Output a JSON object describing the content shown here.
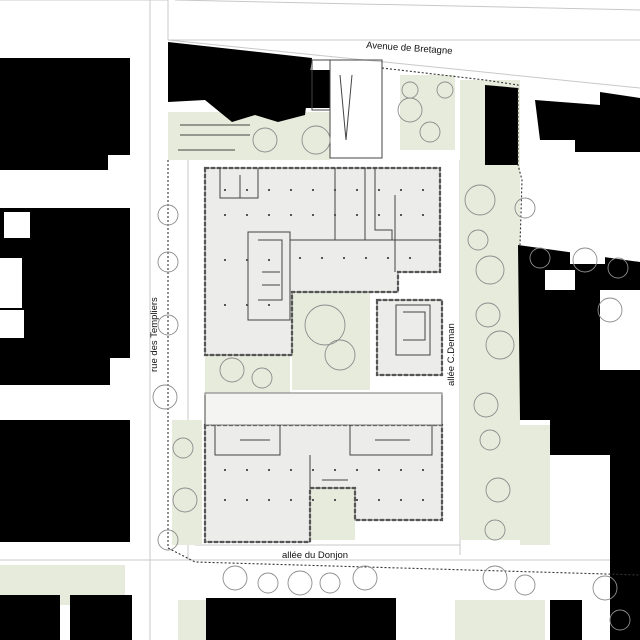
{
  "streets": {
    "avenue_bretagne": "Avenue de Bretagne",
    "rue_templiers": "rue des Templiers",
    "allee_deman": "allée C.Deman",
    "allee_donjon": "allée du Donjon"
  },
  "colors": {
    "building": "#000000",
    "green_space": "#e7ebdc",
    "floor_plan": "#ececea",
    "tree_outline": "#8d8d8d",
    "road_line": "#c8c8c8"
  }
}
